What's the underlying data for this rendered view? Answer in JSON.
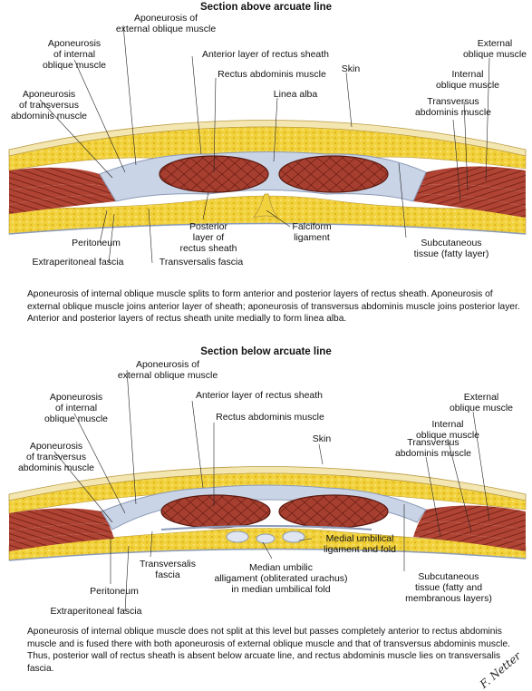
{
  "top": {
    "title": "Section above arcuate line",
    "labels": {
      "apon_external": "Aponeurosis of\nexternal oblique muscle",
      "apon_internal": "Aponeurosis\nof internal\noblique muscle",
      "apon_transversus": "Aponeurosis\nof transversus\nabdominis muscle",
      "anterior_layer": "Anterior layer of rectus sheath",
      "rectus": "Rectus abdominis muscle",
      "skin": "Skin",
      "linea_alba": "Linea alba",
      "ext_oblique": "External\noblique muscle",
      "int_oblique": "Internal\noblique muscle",
      "transversus": "Transversus\nabdominis muscle",
      "peritoneum": "Peritoneum",
      "extraperitoneal": "Extraperitoneal fascia",
      "transversalis": "Transversalis fascia",
      "posterior_layer": "Posterior\nlayer of\nrectus sheath",
      "falciform": "Falciform\nligament",
      "subcutaneous": "Subcutaneous\ntissue (fatty layer)"
    },
    "caption": "Aponeurosis of internal oblique muscle splits to form anterior and posterior layers of rectus sheath. Aponeurosis of external oblique muscle joins anterior layer of sheath; aponeurosis of transversus abdominis muscle joins posterior layer. Anterior and posterior layers of rectus sheath unite medially to form linea alba."
  },
  "bottom": {
    "title": "Section below arcuate line",
    "labels": {
      "apon_external": "Aponeurosis of\nexternal oblique muscle",
      "apon_internal": "Aponeurosis\nof internal\noblique muscle",
      "apon_transversus": "Aponeurosis\nof transversus\nabdominis muscle",
      "anterior_layer": "Anterior layer of rectus sheath",
      "rectus": "Rectus abdominis muscle",
      "skin": "Skin",
      "ext_oblique": "External\noblique muscle",
      "int_oblique": "Internal\noblique muscle",
      "transversus": "Transversus\nabdominis muscle",
      "transversalis": "Transversalis\nfascia",
      "medial_umbilical": "Medial umbilical\nligament and fold",
      "median_umbilical": "Median umbilic\nalligament (obliterated urachus)\nin median umbilical fold",
      "subcutaneous": "Subcutaneous\ntissue (fatty and\nmembranous layers)",
      "peritoneum": "Peritoneum",
      "extraperitoneal": "Extraperitoneal fascia"
    },
    "caption": "Aponeurosis of internal oblique muscle does not split at this level but passes completely anterior to rectus abdominis muscle and is fused there with both aponeurosis of external oblique muscle and that of transversus abdominis muscle. Thus, posterior wall of rectus sheath is absent below arcuate line, and rectus abdominis muscle lies on transversalis fascia."
  },
  "signature": "F. Netter",
  "colors": {
    "fat": "#f2d23c",
    "fat_dot": "#c9a716",
    "skin": "#f4e6b0",
    "muscle": "#b04434",
    "muscle_line": "#7a2418",
    "fascia": "#c9d4e6",
    "fascia_line": "#8c9bb8",
    "peritoneum": "#f0e0a0"
  }
}
